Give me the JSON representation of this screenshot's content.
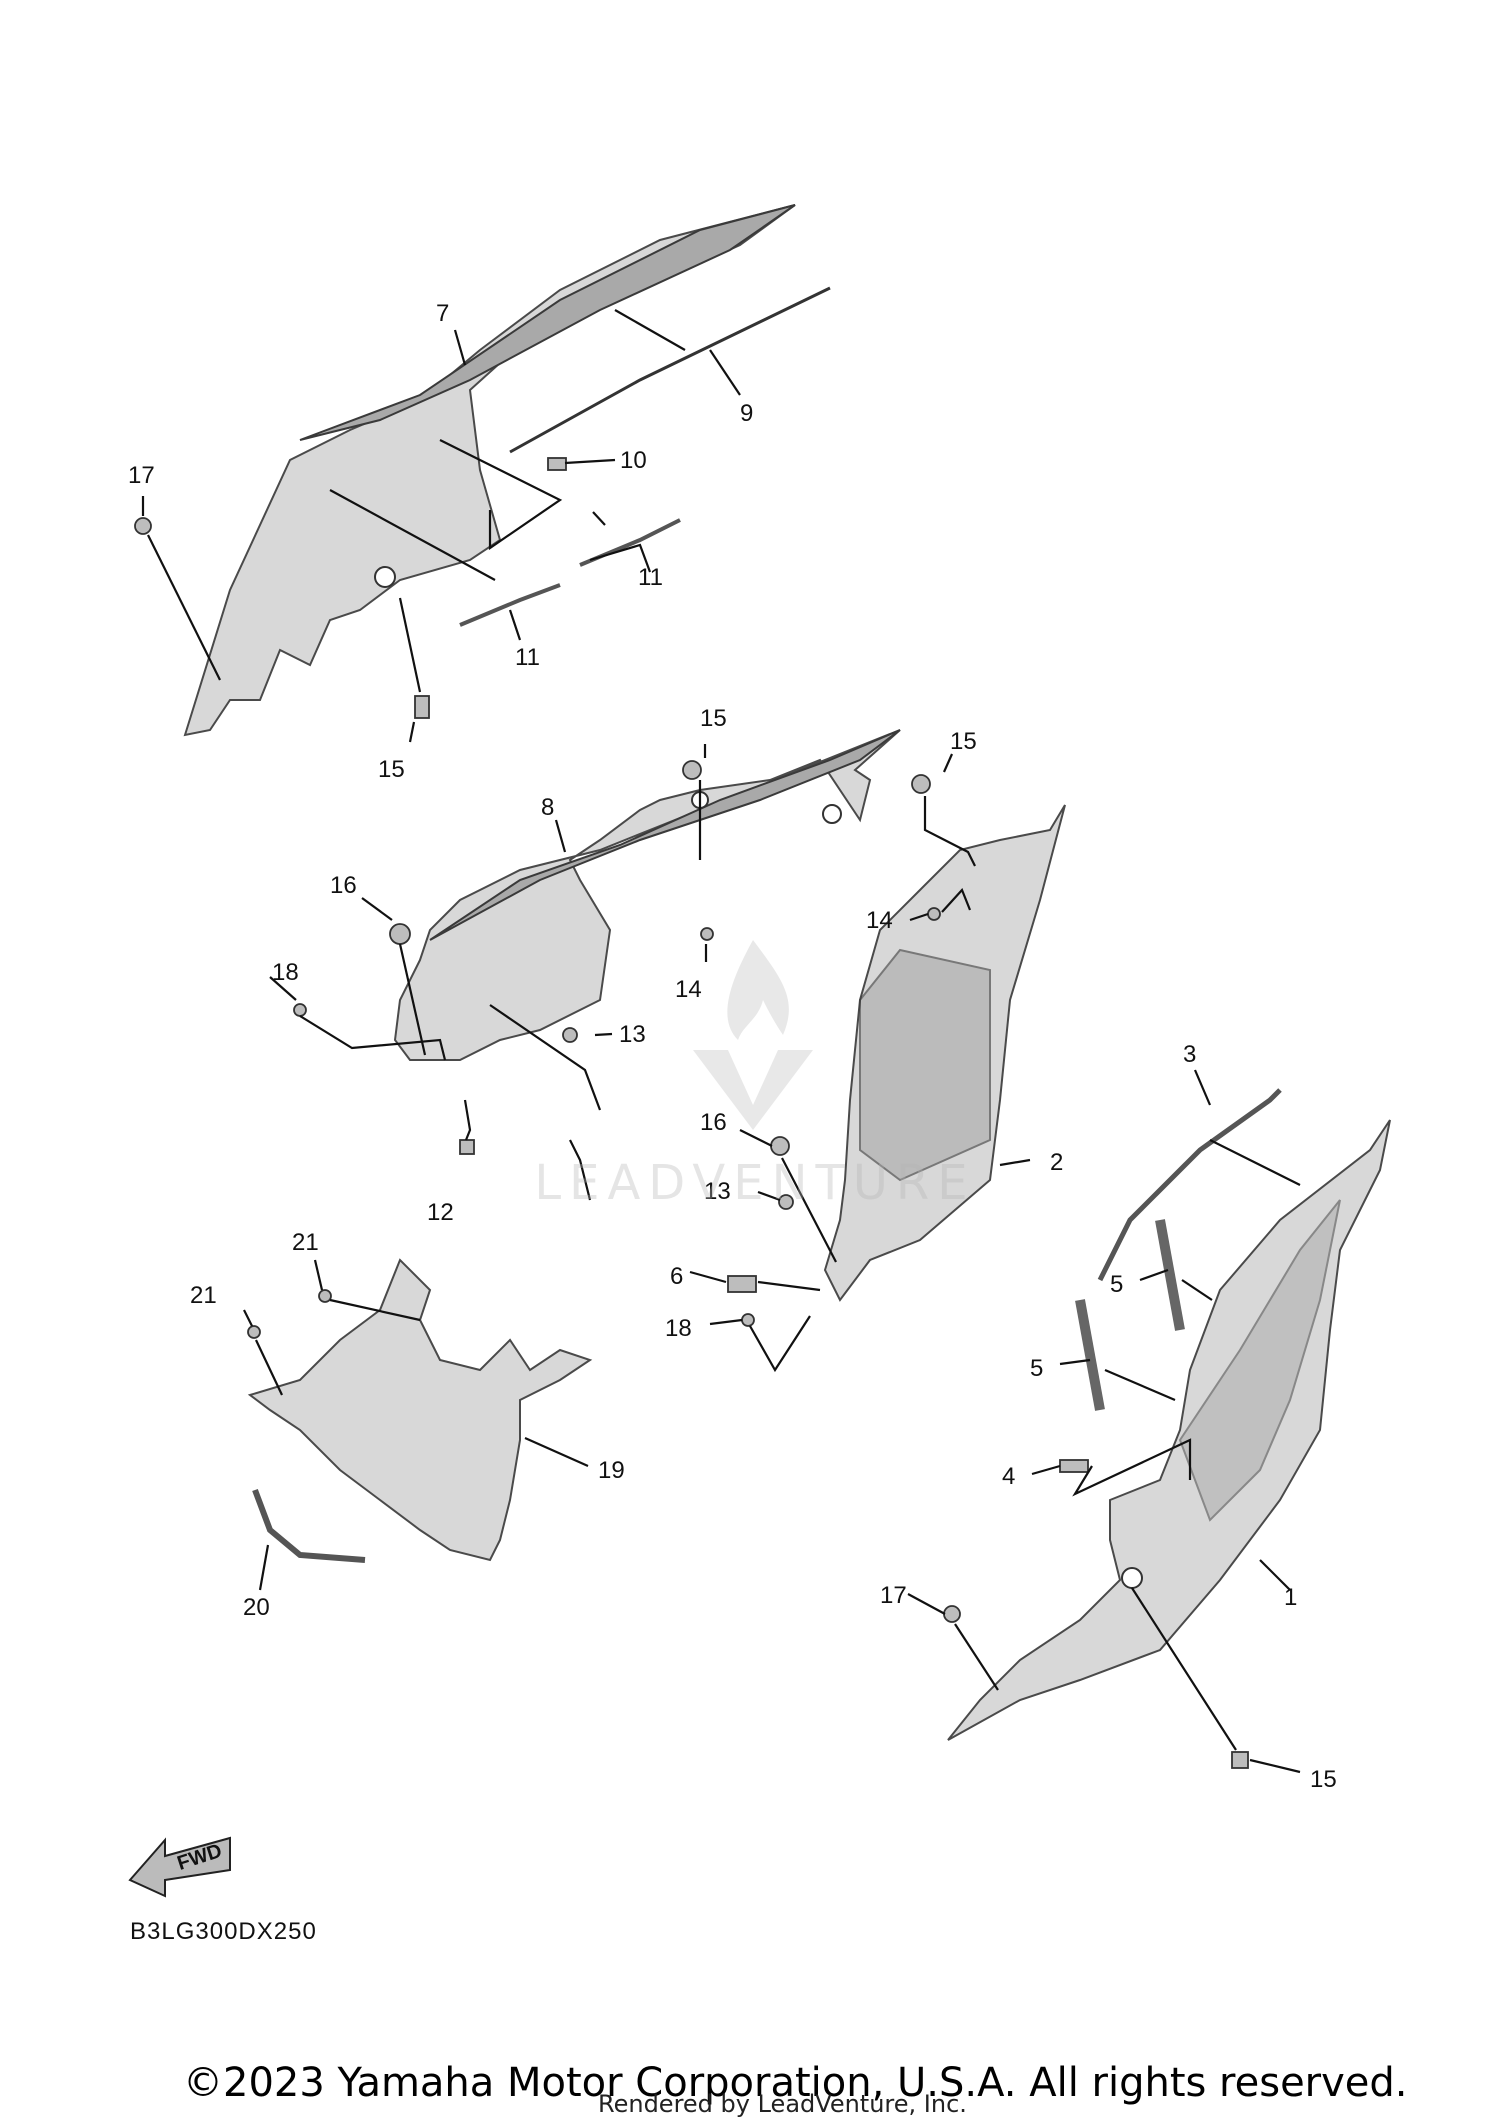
{
  "diagram": {
    "code": "B3LG300DX250",
    "fwd_label": "FWD",
    "callouts": [
      "1",
      "2",
      "3",
      "4",
      "5",
      "5",
      "6",
      "7",
      "8",
      "9",
      "10",
      "11",
      "11",
      "12",
      "13",
      "13",
      "14",
      "14",
      "15",
      "15",
      "15",
      "15",
      "16",
      "16",
      "17",
      "17",
      "18",
      "18",
      "19",
      "20",
      "21",
      "21"
    ]
  },
  "watermark": {
    "text": "LEADVENTURE"
  },
  "footer": {
    "copyright": "©2023 Yamaha Motor Corporation, U.S.A. All rights reserved.",
    "rendered_by": "Rendered by LeadVenture, Inc."
  }
}
